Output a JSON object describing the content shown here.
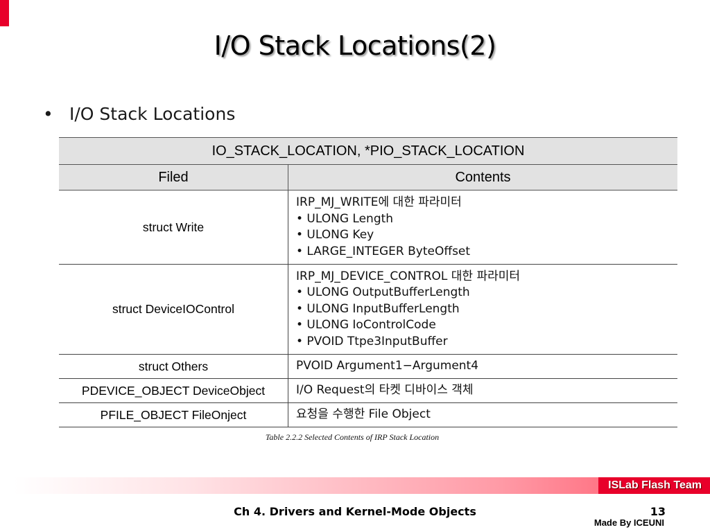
{
  "slide": {
    "title": "I/O Stack Locations(2)",
    "bullet": "I/O Stack Locations"
  },
  "table": {
    "header": "IO_STACK_LOCATION, *PIO_STACK_LOCATION",
    "columns": [
      "Filed",
      "Contents"
    ],
    "rows": [
      {
        "field": "struct Write",
        "lines": [
          "IRP_MJ_WRITE에 대한 파라미터",
          "• ULONG Length",
          "• ULONG Key",
          "• LARGE_INTEGER ByteOffset"
        ]
      },
      {
        "field": "struct DeviceIOControl",
        "lines": [
          "IRP_MJ_DEVICE_CONTROL 대한 파라미터",
          "• ULONG OutputBufferLength",
          "• ULONG InputBufferLength",
          "• ULONG IoControlCode",
          "• PVOID Ttpe3InputBuffer"
        ]
      },
      {
        "field": "struct Others",
        "lines": [
          "PVOID Argument1−Argument4"
        ]
      },
      {
        "field": "PDEVICE_OBJECT DeviceObject",
        "lines": [
          "I/O Request의 타켓 디바이스 객체"
        ]
      },
      {
        "field": "PFILE_OBJECT FileOnject",
        "lines": [
          "요청을 수행한 File Object"
        ]
      }
    ],
    "caption": "Table 2.2.2 Selected Contents of IRP Stack Location"
  },
  "footer": {
    "team": "ISLab Flash Team",
    "chapter": "Ch 4. Drivers and Kernel-Mode Objects",
    "page": "13",
    "author": "Made By ICEUNI"
  },
  "colors": {
    "accent": "#e8002a",
    "header_bg": "#e2e2e2"
  }
}
